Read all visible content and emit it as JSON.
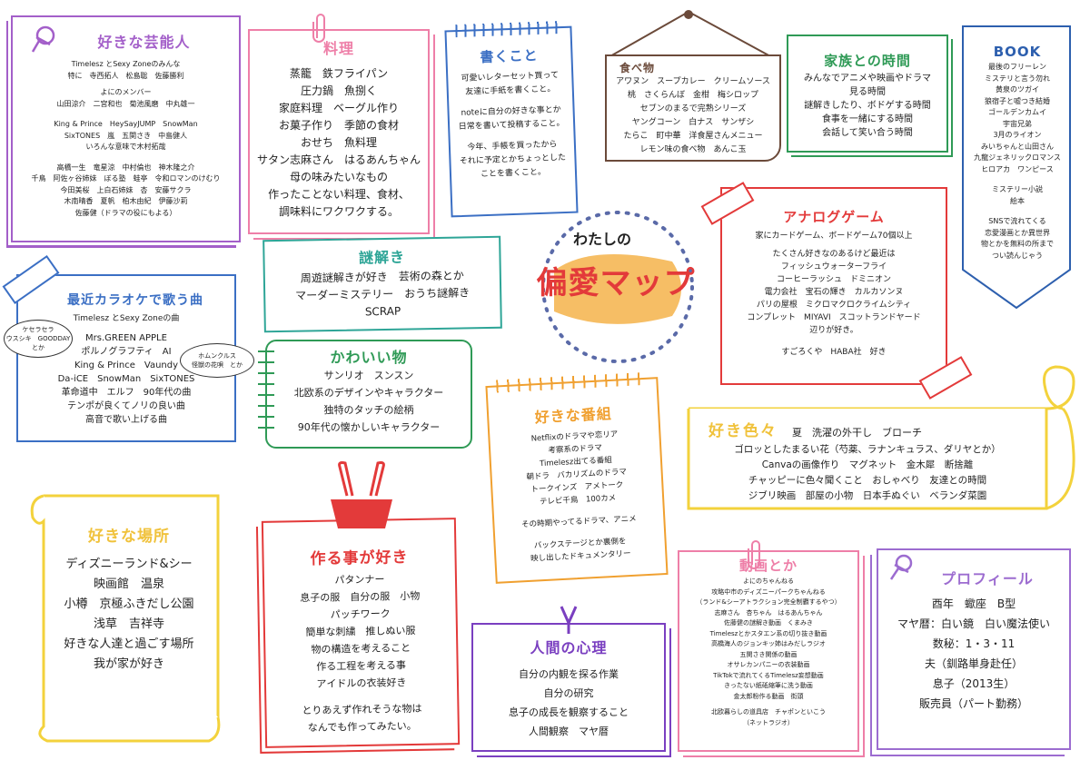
{
  "center": {
    "line1": "わたしの",
    "line2": "偏愛マップ"
  },
  "geinoujin": {
    "title": "好きな芸能人",
    "lines": [
      "Timelesz とSexy Zoneのみんな",
      "特に　寺西拓人　松島聡　佐藤勝利",
      "",
      "よにのメンバー",
      "山田涼介　二宮和也　菊池風磨　中丸雄一",
      "",
      "King & Prince　HeySayJUMP　SnowMan",
      "SixTONES　嵐　五関さき　中島健人",
      "いろんな意味で木村拓哉",
      "",
      "高橋一生　竜星涼　中村倫也　神木隆之介",
      "千鳥　阿佐ヶ谷姉妹　ぼる塾　蛙亭　令和ロマンのけむり",
      "今田美桜　上白石姉妹　杏　安藤サクラ",
      "木南晴香　夏帆　柏木由紀　伊藤沙莉",
      "佐藤健（ドラマの役にもよる）"
    ]
  },
  "ryouri": {
    "title": "料理",
    "lines": [
      "蒸籠　鉄フライパン",
      "圧力鍋　魚捌く",
      "家庭料理　ベーグル作り",
      "お菓子作り　季節の食材",
      "おせち　魚料理",
      "サタン志麻さん　はるあんちゃん",
      "母の味みたいなもの",
      "作ったことない料理、食材、",
      "調味料にワクワクする。"
    ]
  },
  "kakukoto": {
    "title": "書くこと",
    "lines": [
      "可愛いレターセット買って",
      "友達に手紙を書くこと。",
      "",
      "noteに自分の好きな事とか",
      "日常を書いて投稿すること。",
      "",
      "今年、手帳を買ったから",
      "それに予定とかちょっとした",
      "ことを書くこと。"
    ]
  },
  "tabemono": {
    "title": "食べ物",
    "lines": [
      "アワヌン　スープカレー　クリームソース",
      "桃　さくらんぼ　金柑　梅シロップ",
      "セブンのまるで完熟シリーズ",
      "ヤングコーン　白ナス　サンザシ",
      "たらこ　町中華　洋食屋さんメニュー",
      "レモン味の食べ物　あんこ玉"
    ]
  },
  "kazoku": {
    "title": "家族との時間",
    "lines": [
      "みんなでアニメや映画やドラマ",
      "見る時間",
      "謎解きしたり、ボドゲする時間",
      "食事を一緒にする時間",
      "会話して笑い合う時間"
    ]
  },
  "book": {
    "title": "BOOK",
    "lines": [
      "最後のフリーレン",
      "ミステリと言う勿れ",
      "黄泉のツガイ",
      "狼宿子と嘘つき結婚",
      "ゴールデンカムイ",
      "宇宙兄弟",
      "3月のライオン",
      "みいちゃんと山田さん",
      "九龍ジェネリックロマンス",
      "ヒロアカ　ワンピース",
      "",
      "ミステリー小説",
      "絵本",
      "",
      "SNSで流れてくる",
      "恋愛漫画とか異世界",
      "物とかを無料の所まで",
      "つい読んじゃう"
    ]
  },
  "nazotoki": {
    "title": "謎解き",
    "lines": [
      "周遊謎解きが好き　芸術の森とか",
      "マーダーミステリー　おうち謎解き",
      "SCRAP"
    ]
  },
  "analog": {
    "title": "アナログゲーム",
    "lines": [
      "家にカードゲーム、ボードゲーム70個以上",
      "",
      "たくさん好きなのあるけど最近は",
      "フィッシュウォーターフライ",
      "コーヒーラッシュ　ドミニオン",
      "電力会社　宝石の輝き　カルカソンヌ",
      "パリの屋根　ミクロマクロクライムシティ",
      "コンプレット　MIYAVI　スコットランドヤード",
      "辺りが好き。",
      "",
      "すごろくや　HABA社　好き"
    ]
  },
  "karaoke": {
    "title": "最近カラオケで歌う曲",
    "lines": [
      "Timelesz とSexy Zoneの曲",
      "",
      "Mrs.GREEN APPLE",
      "ポルノグラフティ　AI",
      "King & Prince　Vaundy",
      "Da-iCE　SnowMan　SixTONES",
      "革命道中　エルフ　90年代の曲",
      "テンポが良くてノリの良い曲",
      "高音で歌い上げる曲"
    ],
    "bubble_left": [
      "ケセラセラ",
      "ウスシキ　GOODDAY",
      "とか"
    ],
    "bubble_right": [
      "ホムンクルス",
      "怪獣の花唄　とか"
    ]
  },
  "kawaii": {
    "title": "かわいい物",
    "lines": [
      "サンリオ　スンスン",
      "北欧系のデザインやキャラクター",
      "独特のタッチの絵柄",
      "90年代の懐かしいキャラクター"
    ]
  },
  "bangumi": {
    "title": "好きな番組",
    "lines": [
      "Netflixのドラマや恋リア",
      "考察系のドラマ",
      "Timelesz出てる番組",
      "朝ドラ　バカリズムのドラマ",
      "トークインズ　アメトーク",
      "テレビ千鳥　100カメ",
      "",
      "その時期やってるドラマ、アニメ",
      "",
      "バックステージとか裏側を",
      "映し出したドキュメンタリー"
    ]
  },
  "iroiro": {
    "title": "好き色々",
    "lines": [
      "夏　洗濯の外干し　ブローチ",
      "ゴロッとしたまるい花（芍薬、ラナンキュラス、ダリヤとか）",
      "Canvaの画像作り　マグネット　金木犀　断捨離",
      "チャッピーに色々聞くこと　おしゃべり　友達との時間",
      "ジブリ映画　部屋の小物　日本手ぬぐい　ベランダ菜園"
    ]
  },
  "basho": {
    "title": "好きな場所",
    "lines": [
      "ディズニーランド&シー",
      "映画館　温泉",
      "小樽　京極ふきだし公園",
      "浅草　吉祥寺",
      "好きな人達と過ごす場所",
      "我が家が好き"
    ]
  },
  "tsukuru": {
    "title": "作る事が好き",
    "lines": [
      "パタンナー",
      "息子の服　自分の服　小物",
      "パッチワーク",
      "簡単な刺繍　推しぬい服",
      "物の構造を考えること",
      "作る工程を考える事",
      "アイドルの衣装好き",
      "",
      "とりあえず作れそうな物は",
      "なんでも作ってみたい。"
    ]
  },
  "shinri": {
    "title": "人間の心理",
    "lines": [
      "自分の内観を探る作業",
      "自分の研究",
      "息子の成長を観察すること",
      "人間観察　マヤ暦"
    ]
  },
  "douga": {
    "title": "動画とか",
    "lines": [
      "よにのちゃんねる",
      "攻略中市のディズニーパークちゃんねる",
      "（ランド&シーアトラクション完全制覇するやつ）",
      "志麻さん　杏ちゃん　はるあんちゃん",
      "佐藤健の謎解き動画　くまみき",
      "Timeleszとかスタエン系の切り抜き動画",
      "高橋海人のジョンキッ姉はみだしラジオ",
      "五関さき関係の動画",
      "オサレカンパニーの衣装動画",
      "TikTokで流れてくるTimelesz妄想動画",
      "きったない紙砥縮筆に洗う動画",
      "金太郎粉作る動画　街頭",
      "",
      "北欧暮らしの道具店　チャポンといこう",
      "（ネットラジオ）"
    ]
  },
  "profile": {
    "title": "プロフィール",
    "lines": [
      "酉年　蠍座　B型",
      "マヤ暦：白い鏡　白い魔法使い",
      "数秘：1・3・11",
      "夫（釧路単身赴任）",
      "息子（2013生）",
      "販売員（パート勤務）"
    ]
  },
  "colors": {
    "purple": "#a35fc9",
    "pink": "#ee7fa8",
    "blue": "#3b6fc4",
    "brown": "#6b4a3a",
    "green": "#2f9a56",
    "navy": "#2d5fae",
    "teal": "#2ea597",
    "red": "#e33a3a",
    "orange": "#f0a030",
    "yellow": "#f3d23c",
    "lilac": "#9c6cd0",
    "yellowtitle": "#f0c23c"
  }
}
